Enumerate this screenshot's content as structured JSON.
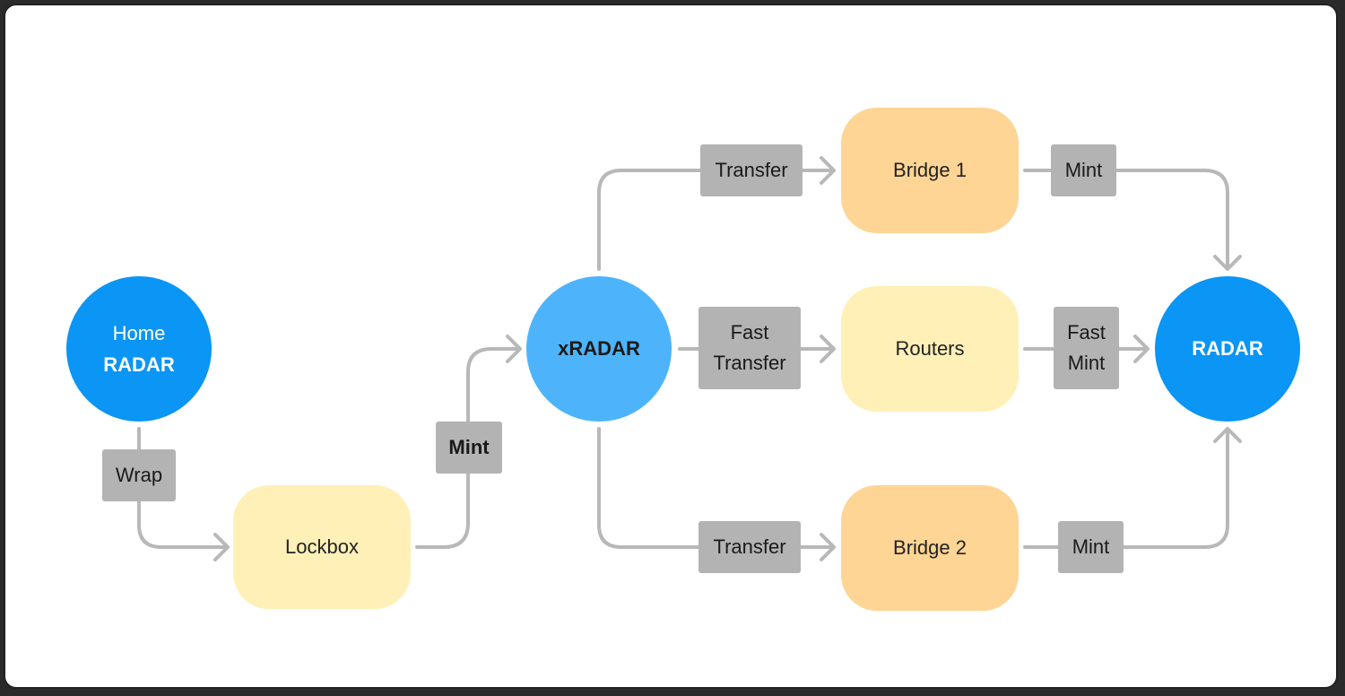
{
  "nodes": {
    "home": {
      "line1": "Home",
      "line2": "RADAR"
    },
    "lockbox": "Lockbox",
    "xradar": "xRADAR",
    "bridge1": "Bridge 1",
    "routers": "Routers",
    "bridge2": "Bridge 2",
    "radar": "RADAR"
  },
  "edges": {
    "wrap": "Wrap",
    "mint_lockbox": "Mint",
    "transfer_top": "Transfer",
    "fast_transfer": {
      "line1": "Fast",
      "line2": "Transfer"
    },
    "transfer_bottom": "Transfer",
    "mint_top": "Mint",
    "fast_mint": {
      "line1": "Fast",
      "line2": "Mint"
    },
    "mint_bottom": "Mint"
  },
  "colors": {
    "radar_blue": "#0b95f4",
    "xradar_blue": "#4db4fb",
    "lockbox_yellow": "#fff0b8",
    "bridge_orange": "#fed595",
    "label_gray": "#b3b3b3",
    "connector_gray": "#b8b8b8"
  }
}
